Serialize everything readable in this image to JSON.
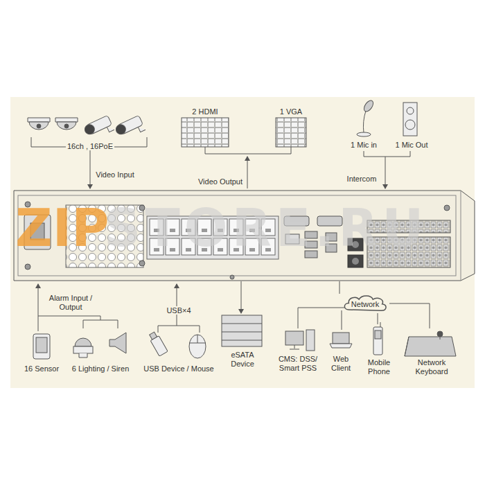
{
  "diagram": {
    "nodes": [
      {
        "text": [
          "Network"
        ]
      }
    ],
    "labels": [
      "16ch , 16PoE",
      "Video Input",
      "2 HDMI",
      "1 VGA",
      "Video Output",
      "1 Mic in",
      "1 Mic Out",
      "Intercom",
      "Alarm Input / Output",
      "USB×4",
      "16 Sensor",
      "6 Lighting / Siren",
      "USB Device / Mouse",
      "eSATA Device",
      "CMS: DSS/ Smart PSS",
      "Web Client",
      "Mobile Phone",
      "Network Keyboard",
      "ZIP",
      "STORE.RU"
    ]
  }
}
